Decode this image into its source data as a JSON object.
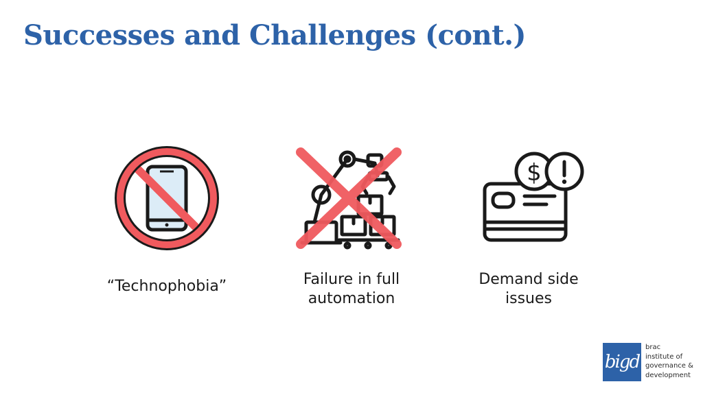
{
  "slide": {
    "title": "Successes and Challenges (cont.)"
  },
  "items": [
    {
      "caption": "“Technophobia”",
      "icon": "no-smartphone-icon"
    },
    {
      "caption_line1": "Failure in full",
      "caption_line2": "automation",
      "icon": "crossed-robot-arm-icon"
    },
    {
      "caption_line1": "Demand side",
      "caption_line2": "issues",
      "icon": "credit-card-dollar-alert-icon"
    }
  ],
  "logo": {
    "mark": "bigd",
    "lines": [
      "brac",
      "institute of",
      "governance &",
      "development"
    ]
  },
  "colors": {
    "title": "#2d62a8",
    "prohibit": "#f05a5e",
    "phone_screen": "#dcecf7",
    "outline": "#1a1a1a",
    "logo_bg": "#2d62a8"
  }
}
